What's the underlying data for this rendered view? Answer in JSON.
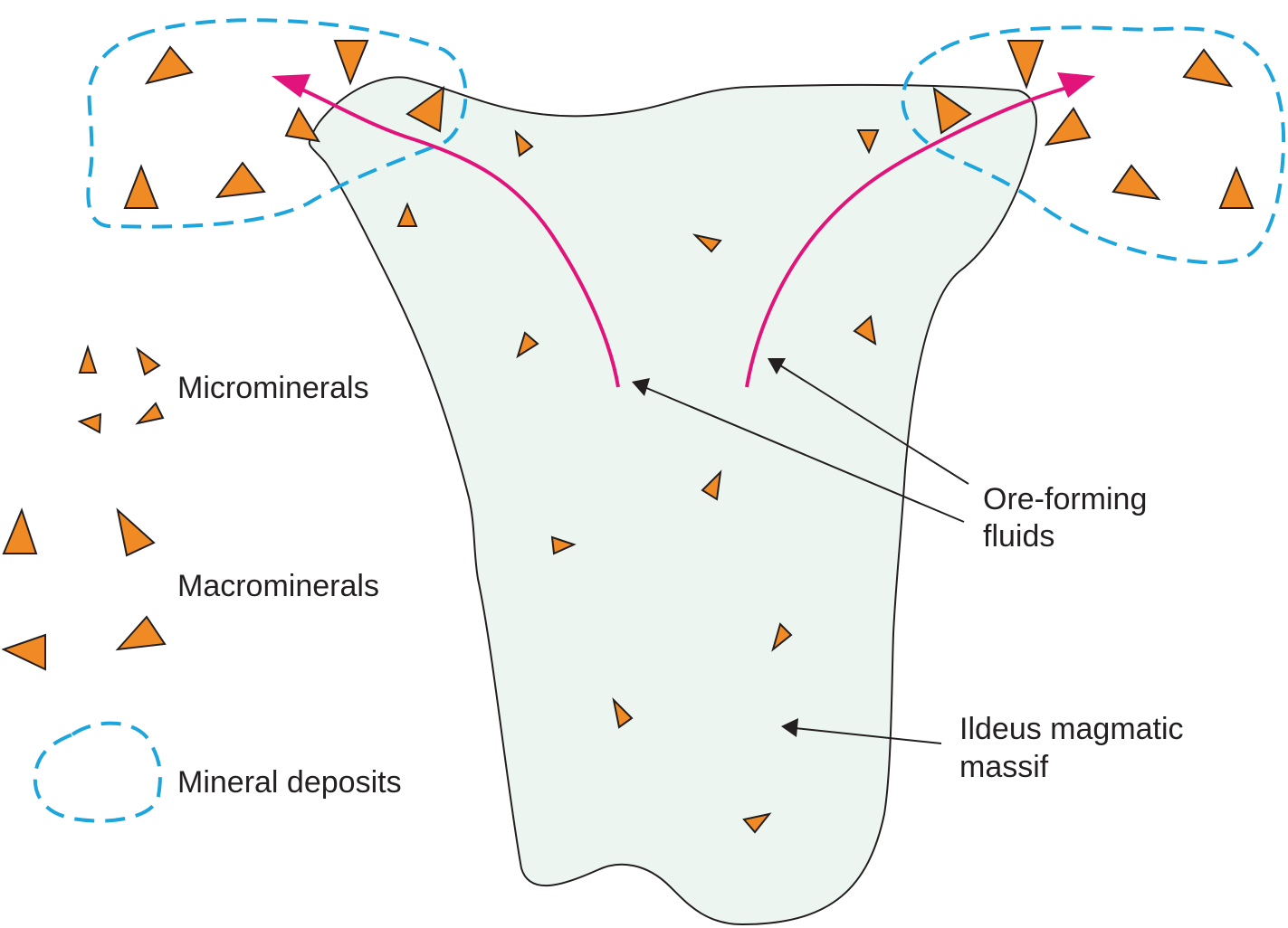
{
  "colors": {
    "mineral_fill": "#f08a24",
    "outline": "#231f20",
    "massif_fill": "#ecf5f0",
    "deposit_outline": "#1ea5dc",
    "fluid_arrow": "#e2137a"
  },
  "legend": {
    "microminerals": "Microminerals",
    "macrominerals": "Macrominerals",
    "mineral_deposits": "Mineral deposits"
  },
  "annotations": {
    "ore_fluids_line1": "Ore-forming",
    "ore_fluids_line2": "fluids",
    "massif_line1": "Ildeus magmatic",
    "massif_line2": "massif"
  }
}
